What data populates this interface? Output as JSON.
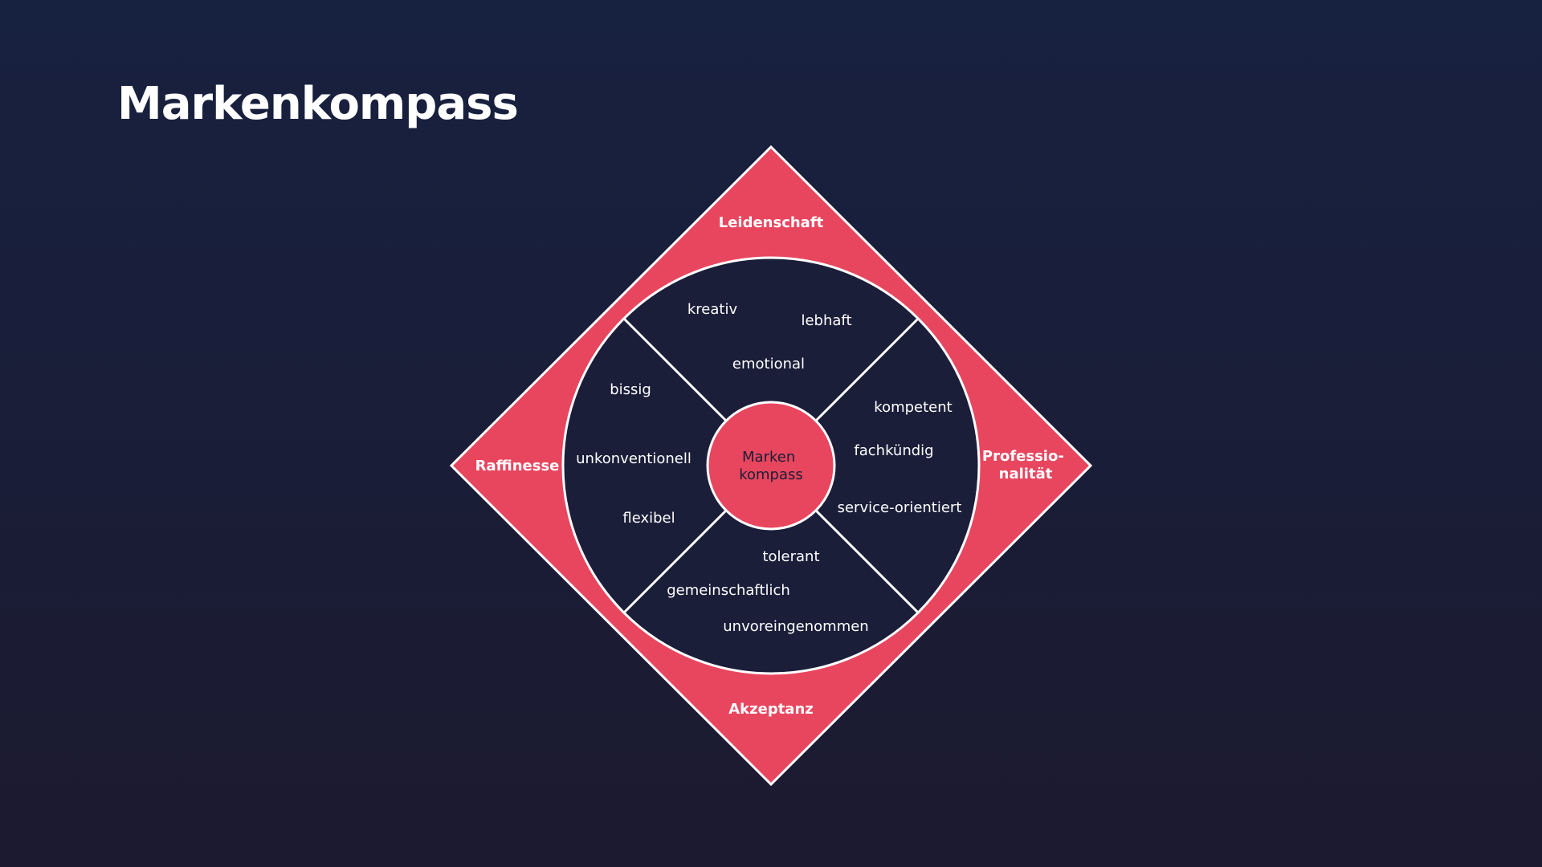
{
  "title": "Markenkompass",
  "colors": {
    "accent": "#e8465f",
    "background": "#1a1f3a",
    "stroke": "#ffffff"
  },
  "compass": {
    "center": [
      "Marken",
      "kompass"
    ],
    "poles": {
      "top": [
        "Leidenschaft"
      ],
      "right": [
        "Professio-",
        "nalität"
      ],
      "bottom": [
        "Akzeptanz"
      ],
      "left": [
        "Raffinesse"
      ]
    },
    "traits": {
      "top": [
        "kreativ",
        "lebhaft",
        "emotional"
      ],
      "right": [
        "kompetent",
        "fachkündig",
        "service-orientiert"
      ],
      "bottom": [
        "tolerant",
        "gemeinschaftlich",
        "unvoreingenommen"
      ],
      "left": [
        "bissig",
        "unkonventionell",
        "flexibel"
      ]
    }
  }
}
